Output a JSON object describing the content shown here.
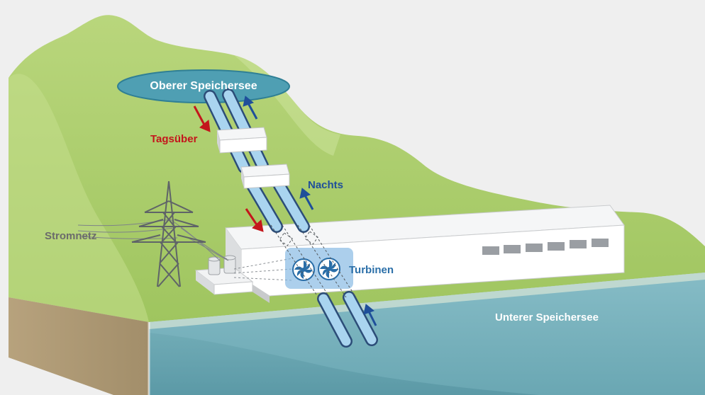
{
  "labels": {
    "upper_reservoir": "Oberer Speichersee",
    "daytime": "Tagsüber",
    "night": "Nachts",
    "grid": "Stromnetz",
    "turbines": "Turbinen",
    "lower_reservoir": "Unterer Speichersee"
  },
  "colors": {
    "background": "#efefef",
    "hill_green": "#a8cc6a",
    "hill_light": "#bcd97e",
    "soil": "#b8a37f",
    "water": "#7bb4bf",
    "water_front": "#5f9ba8",
    "reservoir_upper": "#4f9fb3",
    "pipe_fill": "#a9d4ef",
    "pipe_stroke": "#2c4d78",
    "building": "#ffffff",
    "building_shade": "#dadcde",
    "arrow_day": "#c4161c",
    "arrow_night": "#1f4f9a",
    "text_day": "#c4161c",
    "text_night": "#1f4f9a",
    "text_grid": "#6b6b6b",
    "text_turbines": "#2b6fa8",
    "text_white": "#ffffff"
  }
}
